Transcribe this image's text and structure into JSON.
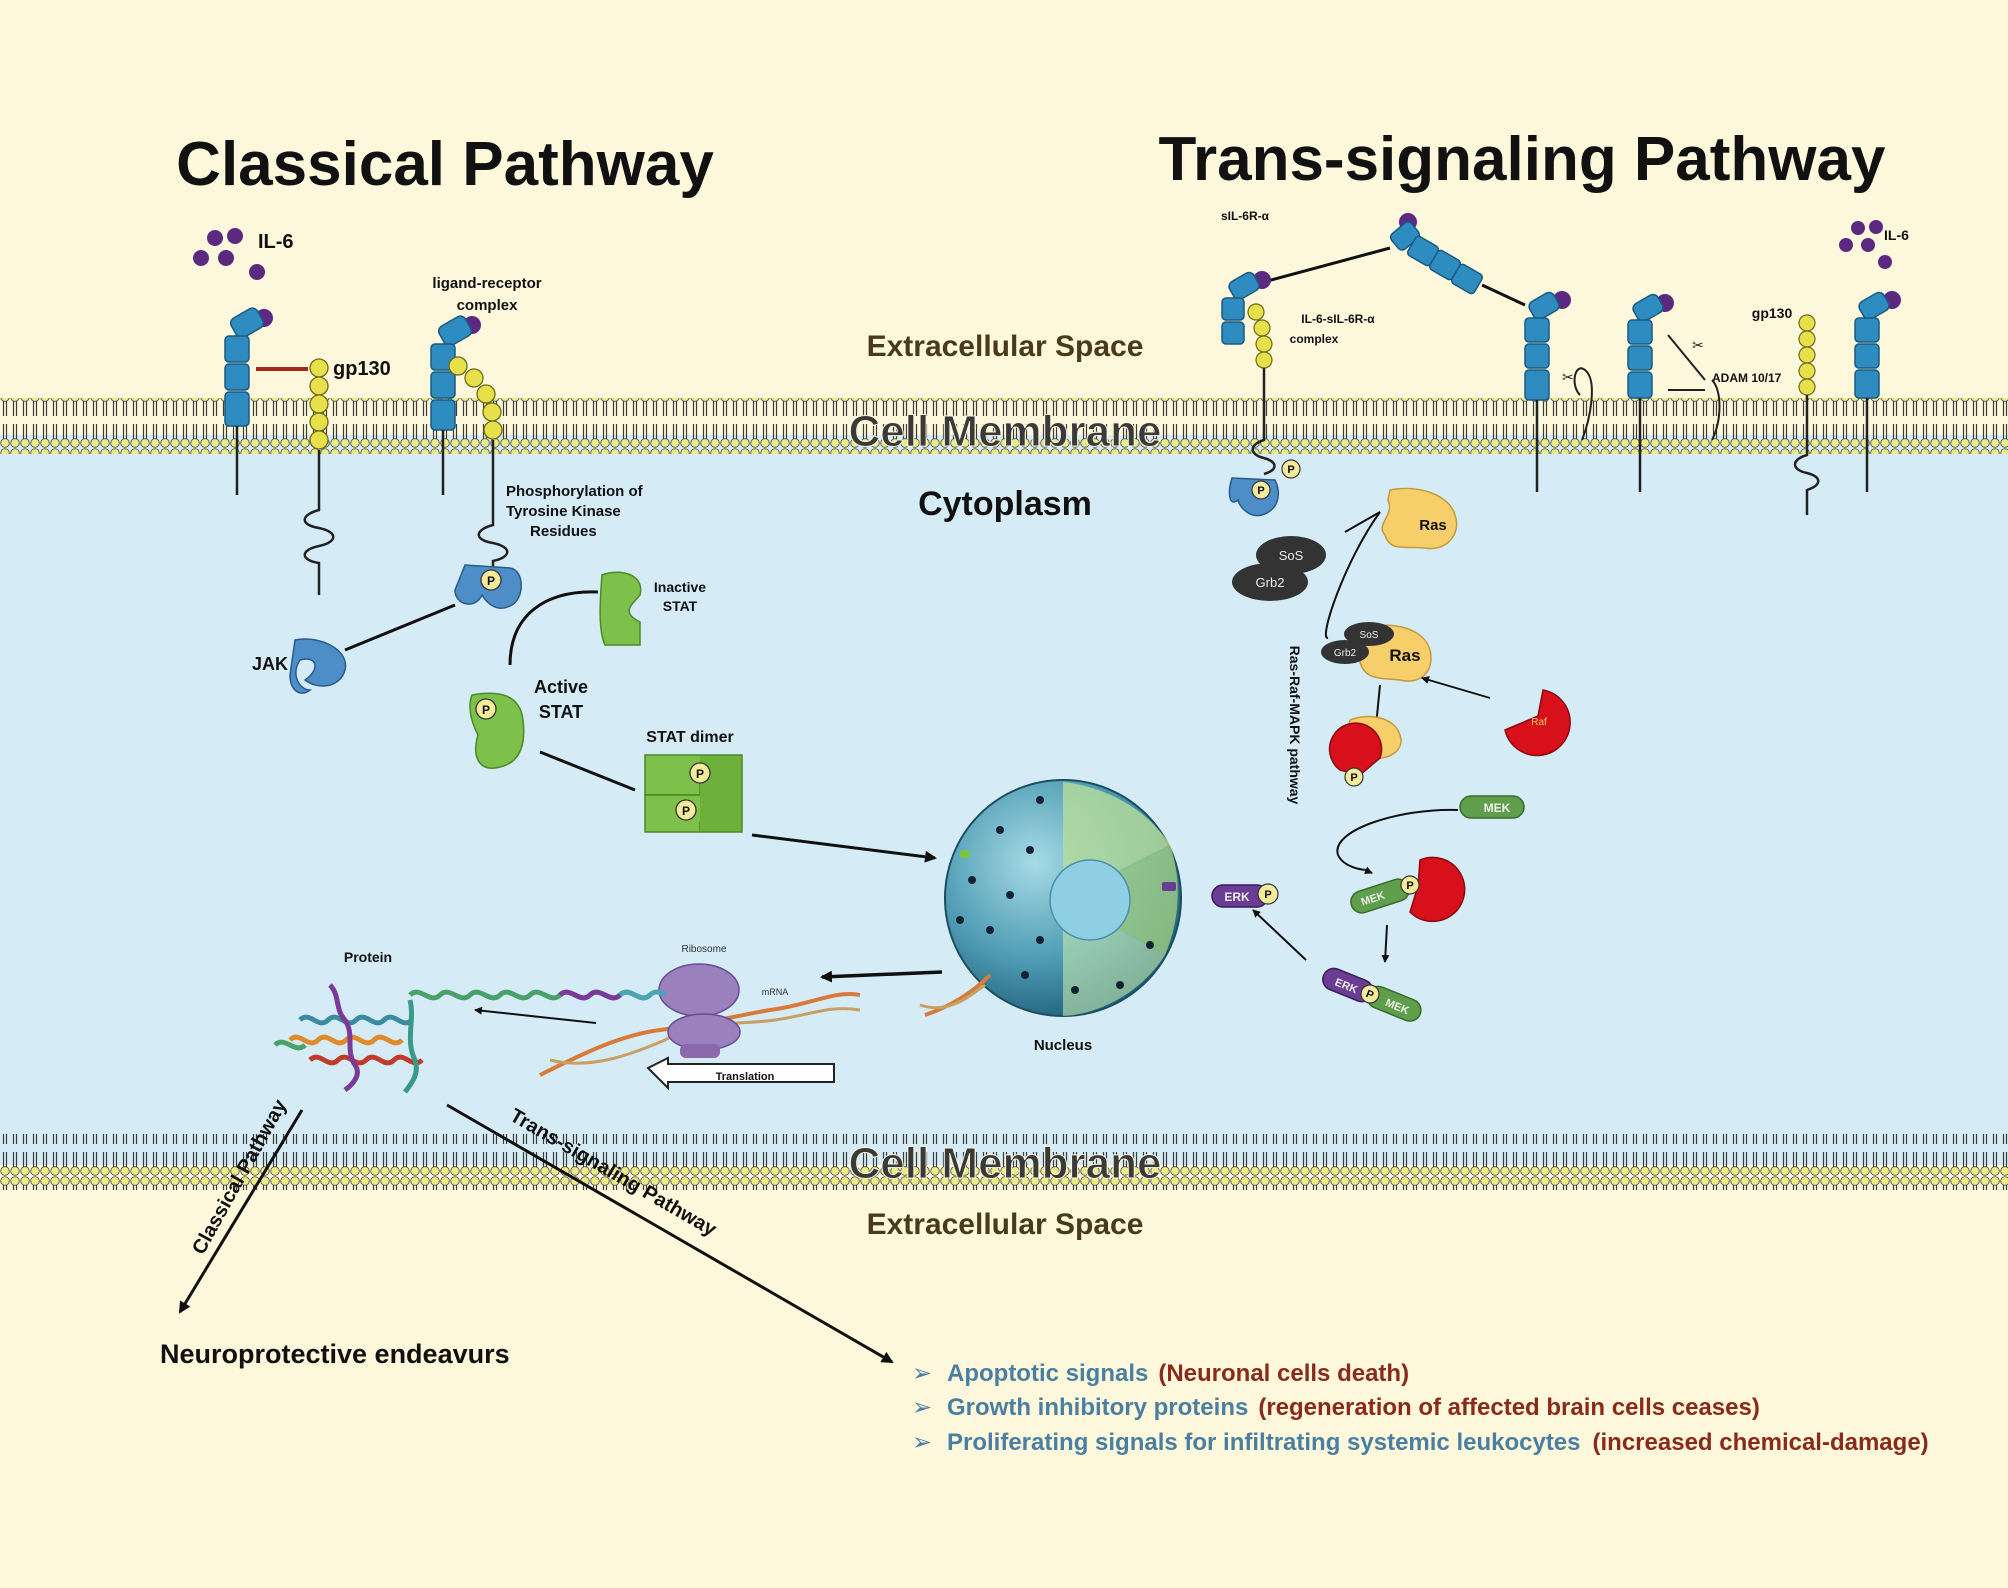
{
  "titles": {
    "classical": "Classical Pathway",
    "trans": "Trans-signaling Pathway"
  },
  "regions": {
    "extracellular_top": "Extracellular Space",
    "membrane_top": "Cell Membrane",
    "cytoplasm": "Cytoplasm",
    "membrane_bottom": "Cell Membrane",
    "extracellular_bottom": "Extracellular Space"
  },
  "classical": {
    "il6": "IL-6",
    "ligand_receptor_line1": "ligand-receptor",
    "ligand_receptor_line2": "complex",
    "gp130": "gp130",
    "phospho_line1": "Phosphorylation of",
    "phospho_line2": "Tyrosine Kinase",
    "phospho_line3": "Residues",
    "jak": "JAK",
    "inactive_stat_line1": "Inactive",
    "inactive_stat_line2": "STAT",
    "active_stat_line1": "Active",
    "active_stat_line2": "STAT",
    "stat_dimer": "STAT dimer",
    "p": "P"
  },
  "trans": {
    "sil6r": "sIL-6R-α",
    "complex_line1": "IL-6-sIL-6R-α",
    "complex_line2": "complex",
    "il6": "IL-6",
    "gp130": "gp130",
    "adam": "ADAM 10/17",
    "sos": "SoS",
    "grb2": "Grb2",
    "ras": "Ras",
    "raf": "Raf",
    "mek": "MEK",
    "erk": "ERK",
    "pathway_label": "Ras-Raf-MAPK pathway",
    "p": "P"
  },
  "expression": {
    "nucleus": "Nucleus",
    "ribosome": "Ribosome",
    "mrna": "mRNA",
    "protein": "Protein",
    "translation": "Translation"
  },
  "outcomes": {
    "classical_arrow": "Classical Pathway",
    "trans_arrow": "Trans-signaling Pathway",
    "neuroprotective": "Neuroprotective endeavurs",
    "list": [
      {
        "main": "Apoptotic signals",
        "detail": "(Neuronal cells death)"
      },
      {
        "main": "Growth inhibitory proteins",
        "detail": "(regeneration of affected brain cells ceases)"
      },
      {
        "main": "Proliferating signals for infiltrating systemic leukocytes",
        "detail": "(increased chemical-damage)"
      }
    ]
  },
  "colors": {
    "background": "#fdf8dc",
    "cytoplasm": "#d5ecf6",
    "receptor_blue": "#2e8cc0",
    "gp130_yellow": "#e8e04a",
    "il6_purple": "#5b2a80",
    "stat_green": "#7dc04a",
    "ras_yellow": "#f6cf6a",
    "raf_red": "#d7101c",
    "erk_purple": "#6a3c94",
    "mek_green": "#5f9e4a",
    "nucleus_teal": "#3d8fa4",
    "outcome_blue": "#4a7fa2",
    "outcome_red": "#8a2a1a"
  }
}
